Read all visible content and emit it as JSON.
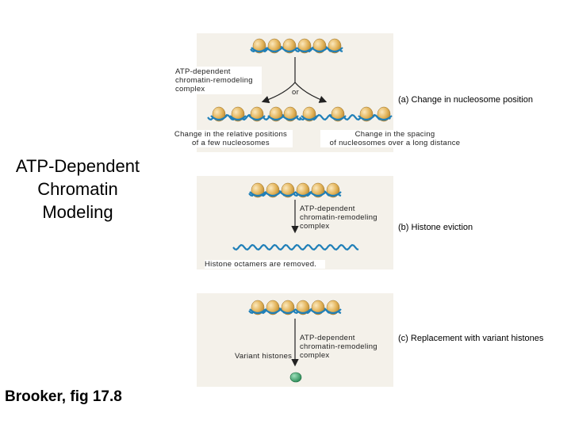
{
  "title": "ATP-Dependent\nChromatin\nModeling",
  "credit": "Brooker, fig 17.8",
  "panel_a": {
    "complex_label": "ATP-dependent\nchromatin-remodeling\ncomplex",
    "or_label": "or",
    "left_outcome": "Change in the relative positions\nof a few nucleosomes",
    "right_outcome": "Change in the spacing\nof nucleosomes over a long distance",
    "caption": "(a)  Change in nucleosome position"
  },
  "panel_b": {
    "complex_label": "ATP-dependent\nchromatin-remodeling\ncomplex",
    "outcome": "Histone octamers are removed.",
    "caption": "(b)  Histone eviction"
  },
  "panel_c": {
    "complex_label": "ATP-dependent\nchromatin-remodeling\ncomplex",
    "variant_label": "Variant histones",
    "caption": "(c)  Replacement with variant histones"
  },
  "colors": {
    "panel": "#f4f1ea",
    "dna": "#1f7fb8",
    "histone": "#e3b45a",
    "histone_highlight": "#f6dca0",
    "variant_histone": "#3aa86b"
  }
}
